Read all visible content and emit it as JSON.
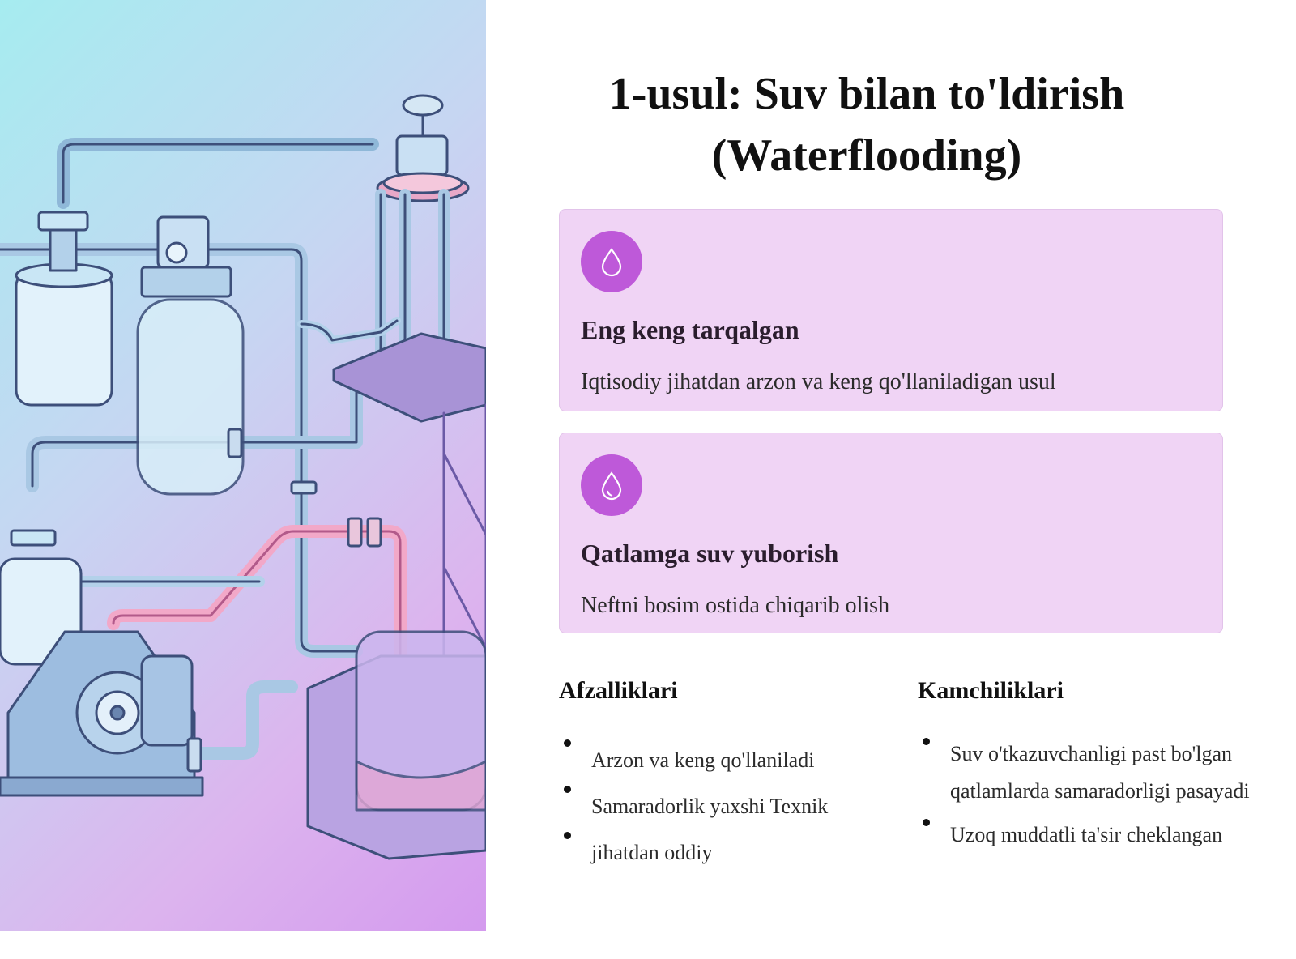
{
  "title": "1-usul: Suv bilan to'ldirish (Waterflooding)",
  "cards": [
    {
      "icon": "water-drop-icon",
      "title": "Eng keng tarqalgan",
      "description": "Iqtisodiy jihatdan arzon va keng qo'llaniladigan usul"
    },
    {
      "icon": "water-drop-icon",
      "title": "Qatlamga suv yuborish",
      "description": "Neftni bosim ostida chiqarib olish"
    }
  ],
  "advantages": {
    "heading": "Afzalliklari",
    "items": [
      "Arzon va keng qo'llaniladi",
      "Samaradorlik yaxshi Texnik",
      "jihatdan oddiy"
    ]
  },
  "disadvantages": {
    "heading": "Kamchiliklari",
    "items": [
      "Suv o'tkazuvchanligi past bo'lgan qatlamlarda samaradorligi pasayadi",
      "Uzoq muddatli ta'sir cheklangan"
    ]
  },
  "colors": {
    "accent": "#be59d9",
    "card_background": "#f0d4f5",
    "panel_gradient_start": "#a6ecf0",
    "panel_gradient_end": "#d49aee"
  }
}
